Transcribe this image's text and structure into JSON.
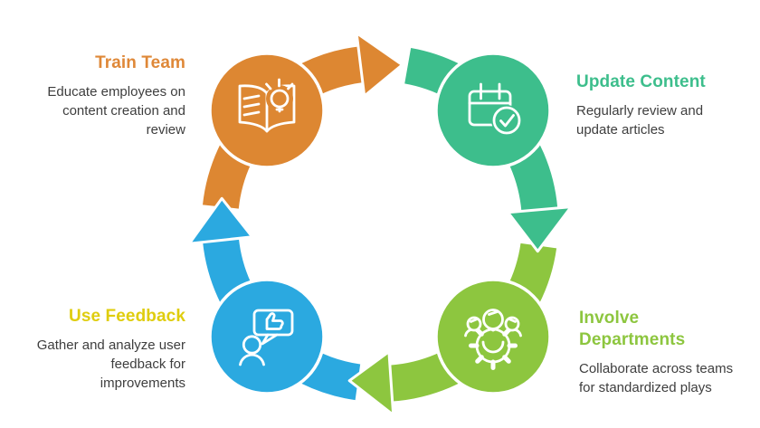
{
  "background_color": "#FFFFFF",
  "text_color": "#3E3E3E",
  "flow_direction": "clockwise",
  "nodes": [
    {
      "id": "train-team",
      "position": "top-left",
      "title": "Train Team",
      "title_color": "#DF8838",
      "description": "Educate employees on content creation and review",
      "color": "#DD8732",
      "icon": "book-lightbulb-icon"
    },
    {
      "id": "update-content",
      "position": "top-right",
      "title": "Update Content",
      "title_color": "#3DBE8C",
      "description": "Regularly review and update articles",
      "color": "#3DBE8C",
      "icon": "calendar-check-icon"
    },
    {
      "id": "involve-departments",
      "position": "bottom-right",
      "title": "Involve Departments",
      "title_color": "#8DC63F",
      "description": "Collaborate across teams for standardized plays",
      "color": "#8DC63F",
      "icon": "team-gear-icon"
    },
    {
      "id": "use-feedback",
      "position": "bottom-left",
      "title": "Use Feedback",
      "title_color": "#DFCD0E",
      "description": "Gather and analyze user feedback for improvements",
      "color": "#2BA9E0",
      "icon": "person-feedback-icon"
    }
  ]
}
